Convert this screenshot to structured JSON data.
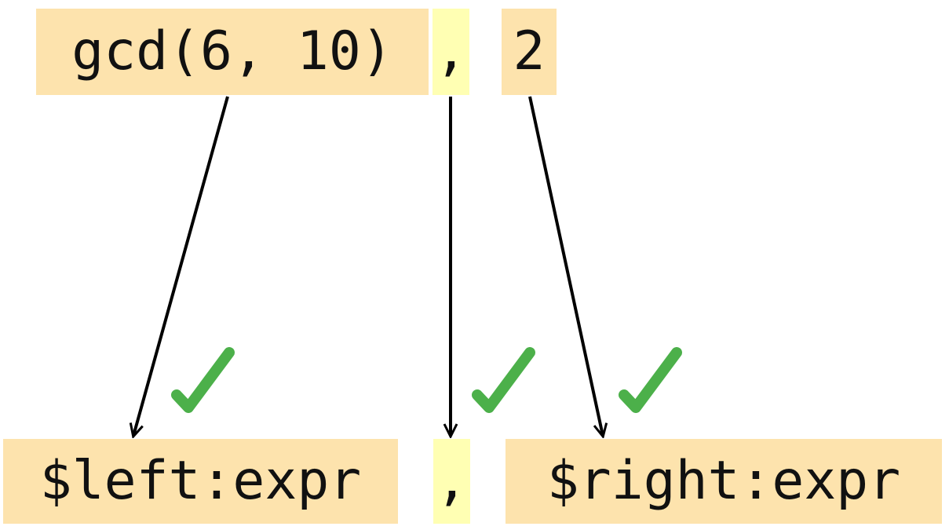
{
  "colors": {
    "token_orange": "#fde3ad",
    "token_yellow": "#ffffb3",
    "arrow": "#000000",
    "check": "#4cb04a"
  },
  "source_tokens": {
    "call": "gcd(6, 10)",
    "comma": ",",
    "two": "2"
  },
  "pattern_tokens": {
    "left": "$left:expr",
    "comma": ",",
    "right": "$right:expr"
  },
  "checkmarks": {
    "symbol": "✓",
    "icon": "checkmark-icon"
  }
}
